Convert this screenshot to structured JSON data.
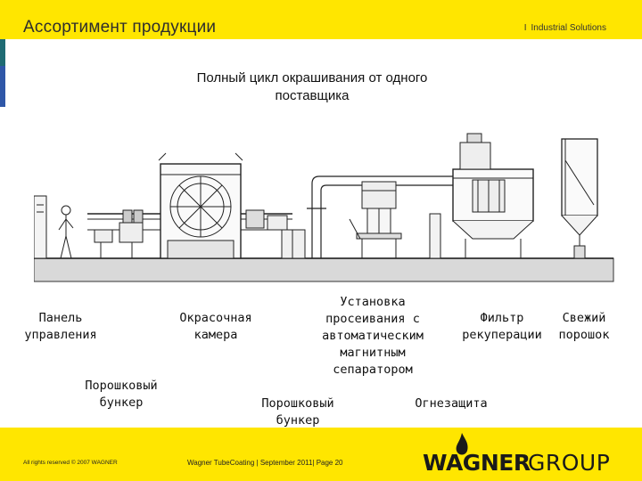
{
  "header": {
    "title": "Ассортимент продукции",
    "separator": "I",
    "brand_tag": "Industrial Solutions"
  },
  "heading": {
    "line1": "Полный цикл окрашивания от одного",
    "line2": "поставщика"
  },
  "labels": {
    "control_panel": [
      "Панель",
      "управления"
    ],
    "powder_hopper_left": [
      "Порошковый",
      "бункер"
    ],
    "spray_booth": [
      "Окрасочная",
      "камера"
    ],
    "sieving_unit": [
      "Установка",
      "просеивания с",
      "автоматическим",
      "магнитным",
      "сепаратором"
    ],
    "powder_hopper_mid": [
      "Порошковый",
      "бункер"
    ],
    "recovery_filter": [
      "Фильтр",
      "рекуперации"
    ],
    "fresh_powder": [
      "Свежий",
      "порошок"
    ],
    "fire_protection": "Огнезащита"
  },
  "footer": {
    "copyright": "All rights reserved © 2007 WAGNER",
    "info": "Wagner TubeCoating | September 2011| Page 20"
  },
  "logo": {
    "wagner": "WAGNER",
    "group": "GROUP"
  },
  "colors": {
    "accent_yellow": "#ffe600",
    "strip_teal": "#1f6b73",
    "strip_blue": "#2f57a8"
  }
}
